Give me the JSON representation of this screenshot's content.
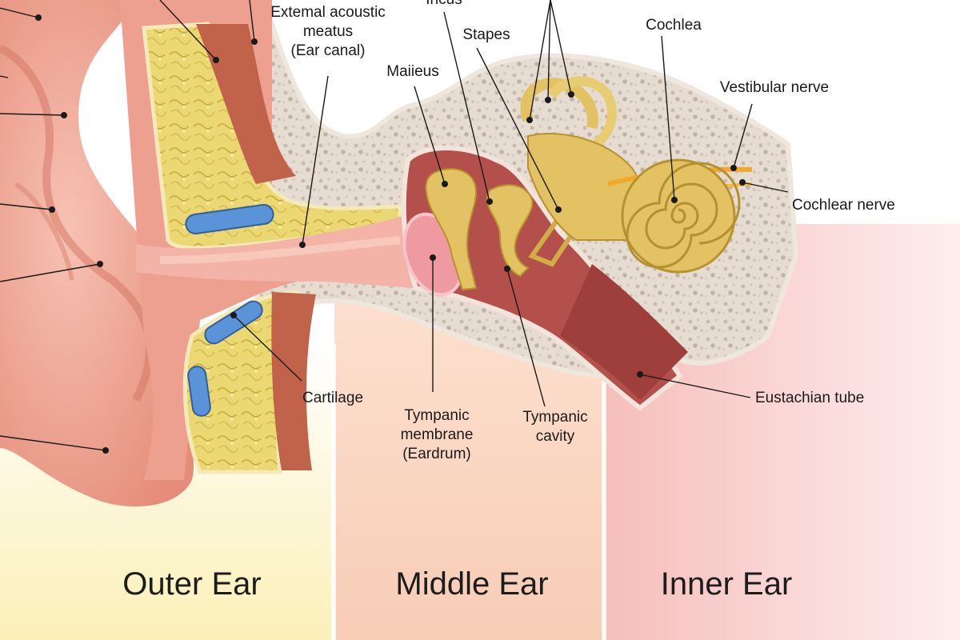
{
  "labels": {
    "external_meatus": [
      "Extemal acoustic",
      "meatus",
      "(Ear canal)"
    ],
    "incus": "Incus",
    "stapes": "Stapes",
    "malleus": "Maiieus",
    "cochlea": "Cochlea",
    "vestibular_nerve": "Vestibular nerve",
    "cochlear_nerve": "Cochlear nerve",
    "cartilage": "Cartilage",
    "tympanic_membrane": [
      "Tympanic",
      "membrane",
      "(Eardrum)"
    ],
    "tympanic_cavity": [
      "Tympanic",
      "cavity"
    ],
    "eustachian_tube": "Eustachian tube"
  },
  "regions": {
    "outer": "Outer Ear",
    "middle": "Middle Ear",
    "inner": "Inner Ear"
  },
  "colors": {
    "outer_band": "#fbf3c4",
    "middle_band": "#f8d2bd",
    "inner_band": "#f7c6c3",
    "skin": "#f0a08c",
    "cartilage_fill": "#e9d56b",
    "bone": "#e3d8cc",
    "cavity": "#b5504c",
    "ossicles": "#e2c262",
    "eardrum": "#ef9aa0",
    "blue_cartilage": "#5b93d8"
  }
}
